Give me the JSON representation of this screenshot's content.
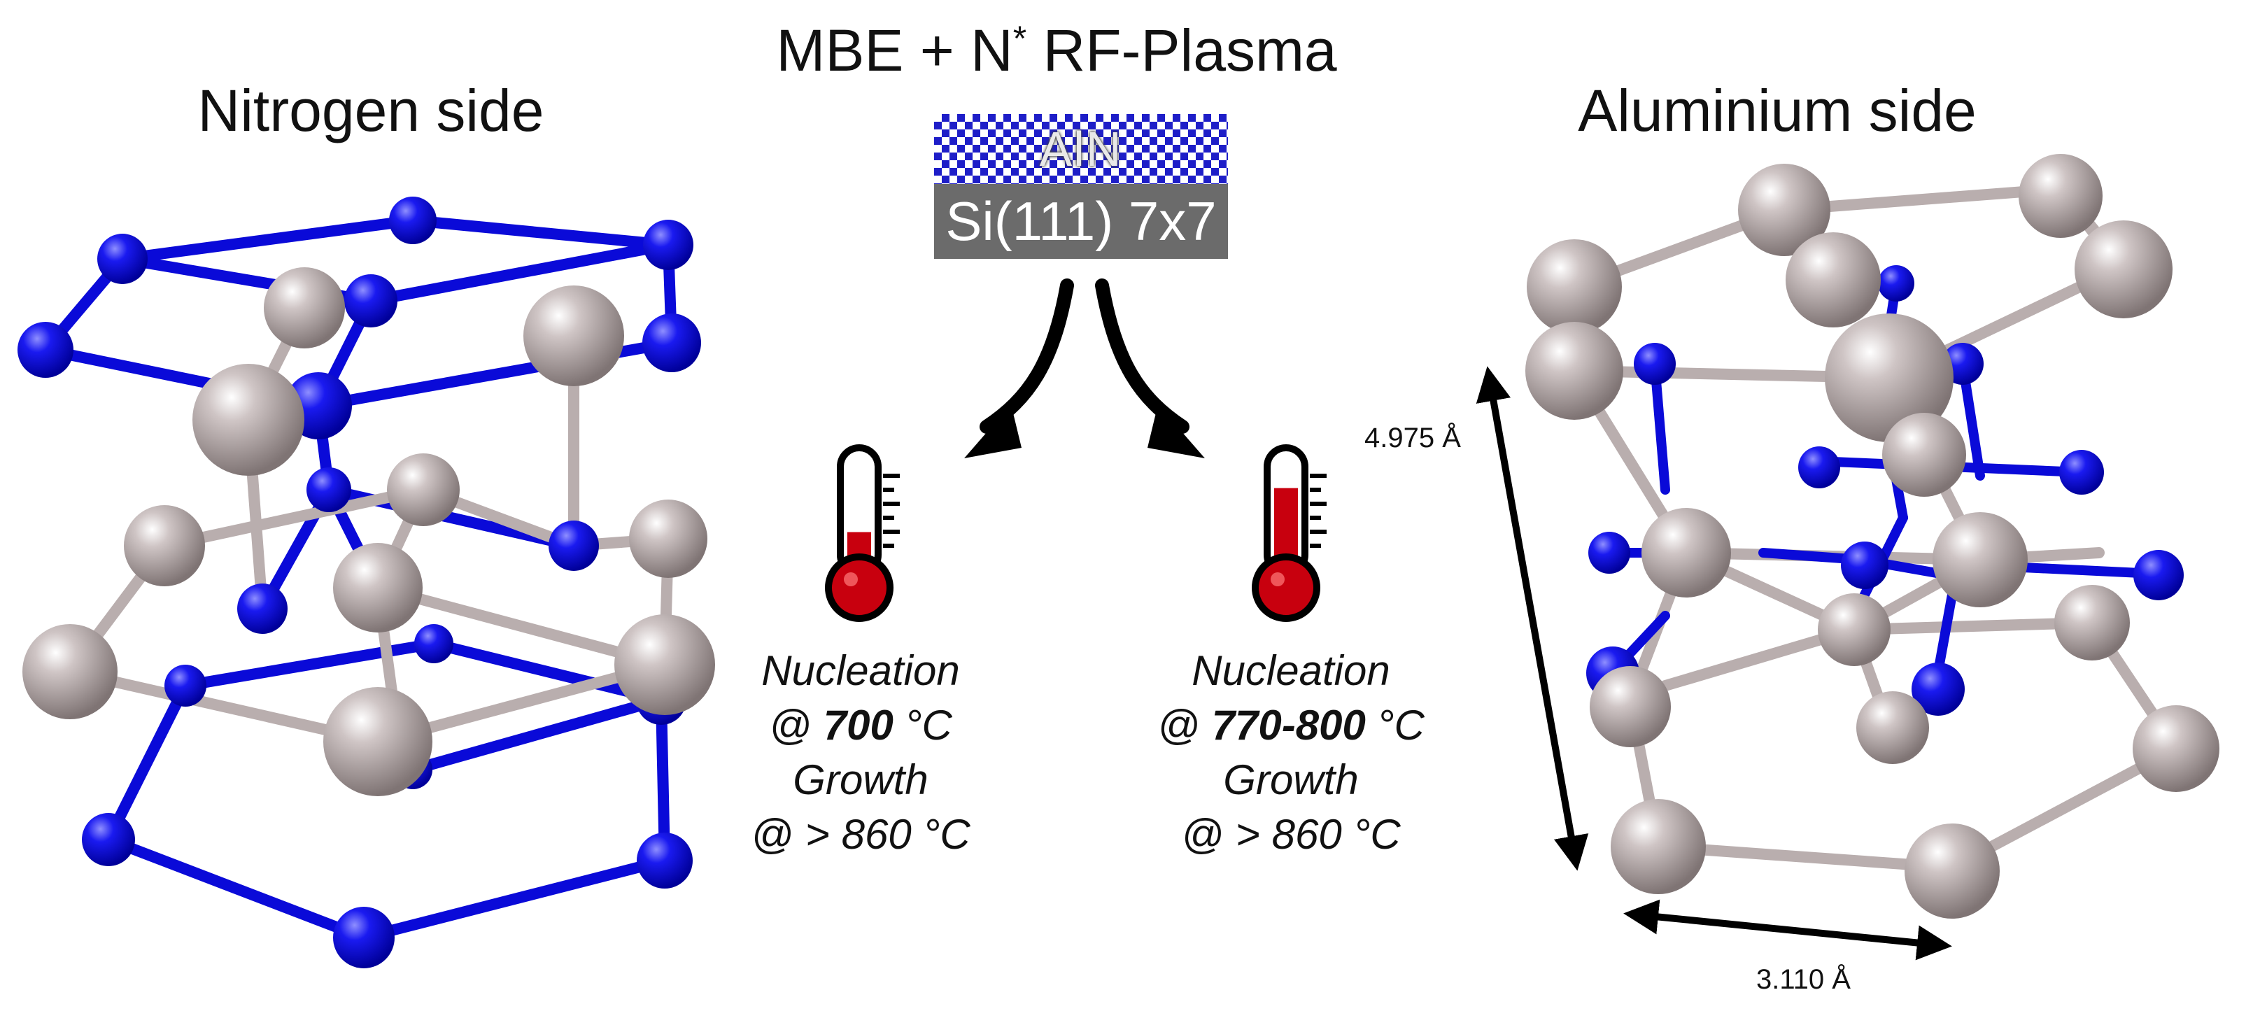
{
  "header": {
    "method_main": "MBE + N",
    "method_sup": "*",
    "method_rest": " RF-Plasma"
  },
  "left_panel": {
    "title": "Nitrogen side"
  },
  "right_panel": {
    "title": "Aluminium side"
  },
  "substrate": {
    "layer_top": "AlN",
    "layer_bottom": "Si(111) 7x7"
  },
  "condition_left": {
    "nucleation_label": "Nucleation",
    "nucleation_prefix": "@ ",
    "nucleation_temp": "700",
    "nucleation_unit": " °C",
    "growth_label": "Growth",
    "growth_temp": "@ > 860 °C",
    "thermometer_fill": 0.35
  },
  "condition_right": {
    "nucleation_label": "Nucleation",
    "nucleation_prefix": "@ ",
    "nucleation_temp": "770-800",
    "nucleation_unit": " °C",
    "growth_label": "Growth",
    "growth_temp": "@ > 860 °C",
    "thermometer_fill": 0.72
  },
  "dimensions": {
    "height": "4.975 Å",
    "width": "3.110 Å"
  },
  "colors": {
    "nitrogen": "#0a0ad8",
    "aluminium": "#b9aeae",
    "thermometer_red": "#c8000e",
    "substrate_gray": "#6b6b6b",
    "aln_checker": "#1e1ec8"
  }
}
